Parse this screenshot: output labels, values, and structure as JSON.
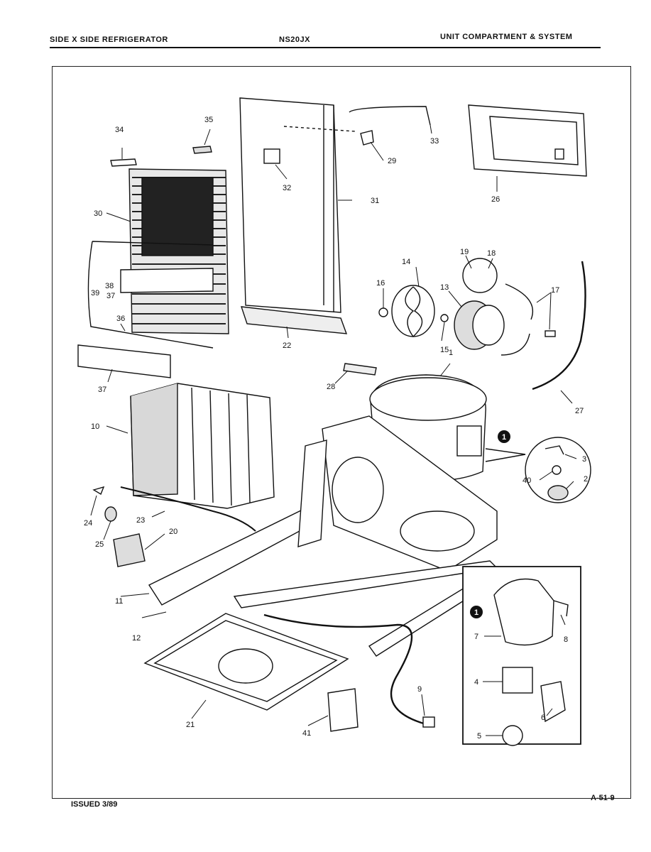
{
  "header": {
    "left": "SIDE X SIDE REFRIGERATOR",
    "center": "NS20JX",
    "right": "UNIT COMPARTMENT & SYSTEM"
  },
  "footer": {
    "left": "ISSUED 3/89",
    "right": "A-51-9"
  },
  "callouts": {
    "c1": "1",
    "c2": "2",
    "c3": "3",
    "c4": "4",
    "c5": "5",
    "c6": "6",
    "c7": "7",
    "c8": "8",
    "c9": "9",
    "c10": "10",
    "c11": "11",
    "c12": "12",
    "c13": "13",
    "c14": "14",
    "c15": "15",
    "c16": "16",
    "c17": "17",
    "c18": "18",
    "c19": "19",
    "c20": "20",
    "c21": "21",
    "c22": "22",
    "c23": "23",
    "c24": "24",
    "c25": "25",
    "c26": "26",
    "c27": "27",
    "c28": "28",
    "c29": "29",
    "c30": "30",
    "c31": "31",
    "c32": "32",
    "c33": "33",
    "c34": "34",
    "c35": "35",
    "c36": "36",
    "c37a": "37",
    "c37b": "37",
    "c38": "38",
    "c39": "39",
    "c40": "40",
    "c41": "41"
  },
  "markers": {
    "marker_a": "1",
    "marker_b": "1"
  }
}
